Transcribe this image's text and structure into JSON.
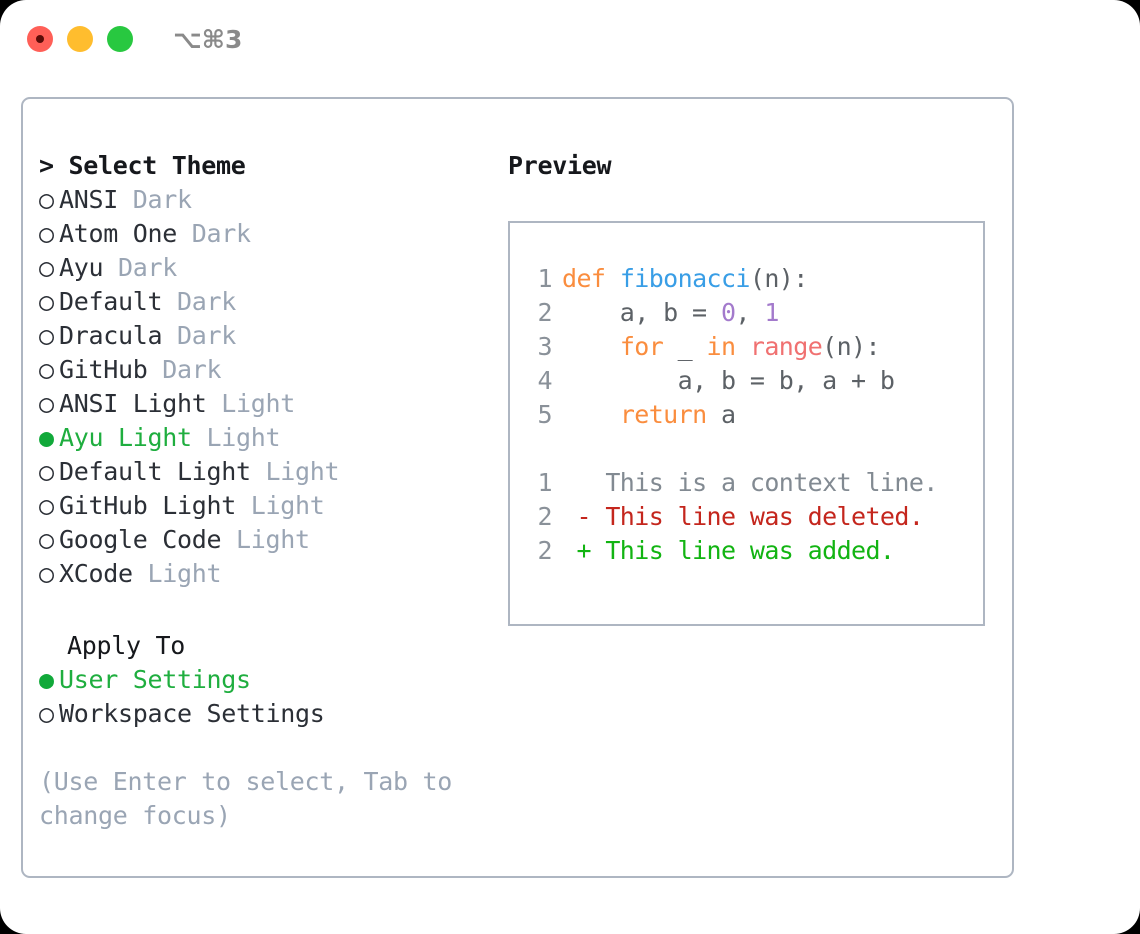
{
  "titlebar": {
    "shortcut": "⌥⌘3",
    "buttons": [
      "close",
      "minimize",
      "maximize"
    ]
  },
  "theme_selector": {
    "heading": "> Select Theme",
    "bullet_selected": "●",
    "bullet_unselected": "○",
    "options": [
      {
        "name": "ANSI",
        "kind": "Dark",
        "selected": false
      },
      {
        "name": "Atom One",
        "kind": "Dark",
        "selected": false
      },
      {
        "name": "Ayu",
        "kind": "Dark",
        "selected": false
      },
      {
        "name": "Default",
        "kind": "Dark",
        "selected": false
      },
      {
        "name": "Dracula",
        "kind": "Dark",
        "selected": false
      },
      {
        "name": "GitHub",
        "kind": "Dark",
        "selected": false
      },
      {
        "name": "ANSI Light",
        "kind": "Light",
        "selected": false
      },
      {
        "name": "Ayu Light",
        "kind": "Light",
        "selected": true
      },
      {
        "name": "Default Light",
        "kind": "Light",
        "selected": false
      },
      {
        "name": "GitHub Light",
        "kind": "Light",
        "selected": false
      },
      {
        "name": "Google Code",
        "kind": "Light",
        "selected": false
      },
      {
        "name": "XCode",
        "kind": "Light",
        "selected": false
      }
    ]
  },
  "apply_to": {
    "heading": "Apply To",
    "options": [
      {
        "name": "User Settings",
        "selected": true
      },
      {
        "name": "Workspace Settings",
        "selected": false
      }
    ]
  },
  "hint": "(Use Enter to select, Tab to change focus)",
  "preview": {
    "title": "Preview",
    "code_lines": [
      {
        "n": "1",
        "tokens": [
          {
            "t": "def ",
            "c": "kw"
          },
          {
            "t": "fibonacci",
            "c": "fn"
          },
          {
            "t": "(n):",
            "c": "pl"
          }
        ]
      },
      {
        "n": "2",
        "tokens": [
          {
            "t": "    a, b = ",
            "c": "pl"
          },
          {
            "t": "0",
            "c": "num"
          },
          {
            "t": ", ",
            "c": "pl"
          },
          {
            "t": "1",
            "c": "num"
          }
        ]
      },
      {
        "n": "3",
        "tokens": [
          {
            "t": "    ",
            "c": "pl"
          },
          {
            "t": "for",
            "c": "kw"
          },
          {
            "t": " _ ",
            "c": "pl"
          },
          {
            "t": "in",
            "c": "kw"
          },
          {
            "t": " ",
            "c": "pl"
          },
          {
            "t": "range",
            "c": "bi"
          },
          {
            "t": "(n):",
            "c": "pl"
          }
        ]
      },
      {
        "n": "4",
        "tokens": [
          {
            "t": "        a, b = b, a + b",
            "c": "pl"
          }
        ]
      },
      {
        "n": "5",
        "tokens": [
          {
            "t": "    ",
            "c": "pl"
          },
          {
            "t": "return",
            "c": "kw"
          },
          {
            "t": " a",
            "c": "pl"
          }
        ]
      }
    ],
    "diff_lines": [
      {
        "n": "1",
        "marker": " ",
        "text": "This is a context line.",
        "type": "ctx"
      },
      {
        "n": "2",
        "marker": "-",
        "text": "This line was deleted.",
        "type": "del"
      },
      {
        "n": "2",
        "marker": "+",
        "text": "This line was added.",
        "type": "add"
      }
    ]
  },
  "colors": {
    "accent_green": "#1fae3f",
    "muted": "#9aa5b4",
    "border": "#aeb6c2",
    "keyword": "#fa8d3e",
    "function": "#399ee6",
    "number": "#a37acc",
    "builtin": "#f07171",
    "diff_delete": "#c4261d",
    "diff_add": "#12b412",
    "line_number": "#8a9199"
  }
}
